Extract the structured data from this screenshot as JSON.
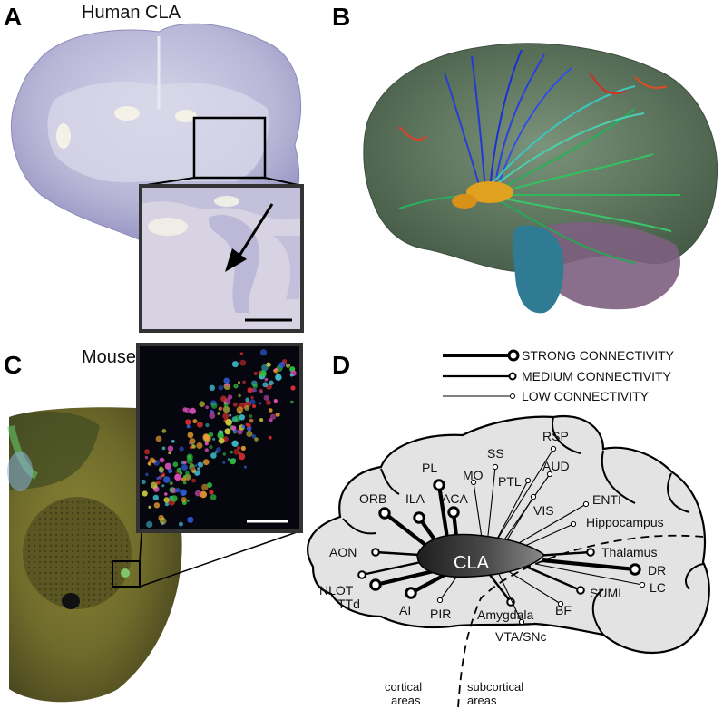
{
  "panels": {
    "a": {
      "label": "A",
      "title": "Human CLA"
    },
    "b": {
      "label": "B"
    },
    "c": {
      "label": "C",
      "title": "Mouse CLA"
    },
    "d": {
      "label": "D"
    }
  },
  "legend": {
    "strong": "STRONG CONNECTIVITY",
    "medium": "MEDIUM CONNECTIVITY",
    "low": "LOW CONNECTIVITY"
  },
  "diagram": {
    "center": "CLA",
    "regions": [
      "RSP",
      "SS",
      "MO",
      "PTL",
      "AUD",
      "PL",
      "ILA",
      "ACA",
      "ORB",
      "VIS",
      "ENTI",
      "Hippocampus",
      "AON",
      "Thalamus",
      "NLOT",
      "DR",
      "LC",
      "SUMI",
      "TTd",
      "AI",
      "PIR",
      "Amygdala",
      "BF",
      "VTA/SNc"
    ],
    "divider": {
      "left_line1": "cortical",
      "left_line2": "areas",
      "right_line1": "subcortical",
      "right_line2": "areas"
    }
  },
  "colors": {
    "brain_gray": "#e3e3e3",
    "cla_fill": "#3a3a3a",
    "human_stain": "#b7b6d6",
    "mouse_tissue": "#6f6a2c",
    "tractography_cortex": "#5e7a5e"
  }
}
